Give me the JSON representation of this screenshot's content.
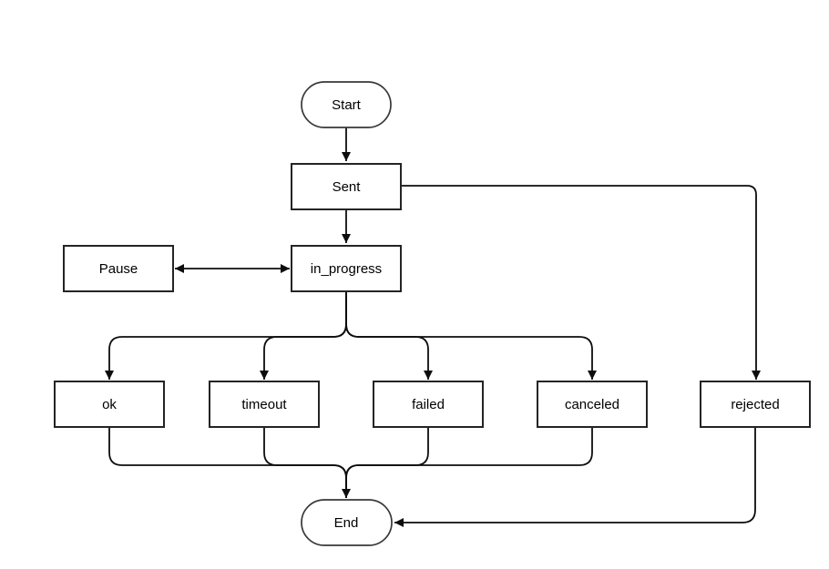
{
  "diagram": {
    "title": "message-state-flowchart",
    "background_color": "#ffffff",
    "node_fill_color": "#ffffff",
    "node_border_color": "#242424",
    "edge_color": "#0d0d0d",
    "text_color": "#000000",
    "nodes": {
      "start": {
        "label": "Start",
        "shape": "stadium"
      },
      "sent": {
        "label": "Sent",
        "shape": "rect"
      },
      "pause": {
        "label": "Pause",
        "shape": "rect"
      },
      "in_progress": {
        "label": "in_progress",
        "shape": "rect"
      },
      "ok": {
        "label": "ok",
        "shape": "rect"
      },
      "timeout": {
        "label": "timeout",
        "shape": "rect"
      },
      "failed": {
        "label": "failed",
        "shape": "rect"
      },
      "canceled": {
        "label": "canceled",
        "shape": "rect"
      },
      "rejected": {
        "label": "rejected",
        "shape": "rect"
      },
      "end": {
        "label": "End",
        "shape": "stadium"
      }
    },
    "edges": [
      {
        "from": "start",
        "to": "sent",
        "direction": "one-way"
      },
      {
        "from": "sent",
        "to": "in_progress",
        "direction": "one-way"
      },
      {
        "from": "pause",
        "to": "in_progress",
        "direction": "two-way"
      },
      {
        "from": "sent",
        "to": "rejected",
        "direction": "one-way"
      },
      {
        "from": "in_progress",
        "to": "ok",
        "direction": "one-way"
      },
      {
        "from": "in_progress",
        "to": "timeout",
        "direction": "one-way"
      },
      {
        "from": "in_progress",
        "to": "failed",
        "direction": "one-way"
      },
      {
        "from": "in_progress",
        "to": "canceled",
        "direction": "one-way"
      },
      {
        "from": "ok",
        "to": "end",
        "direction": "one-way"
      },
      {
        "from": "timeout",
        "to": "end",
        "direction": "one-way"
      },
      {
        "from": "failed",
        "to": "end",
        "direction": "one-way"
      },
      {
        "from": "canceled",
        "to": "end",
        "direction": "one-way"
      },
      {
        "from": "rejected",
        "to": "end",
        "direction": "one-way"
      }
    ]
  }
}
